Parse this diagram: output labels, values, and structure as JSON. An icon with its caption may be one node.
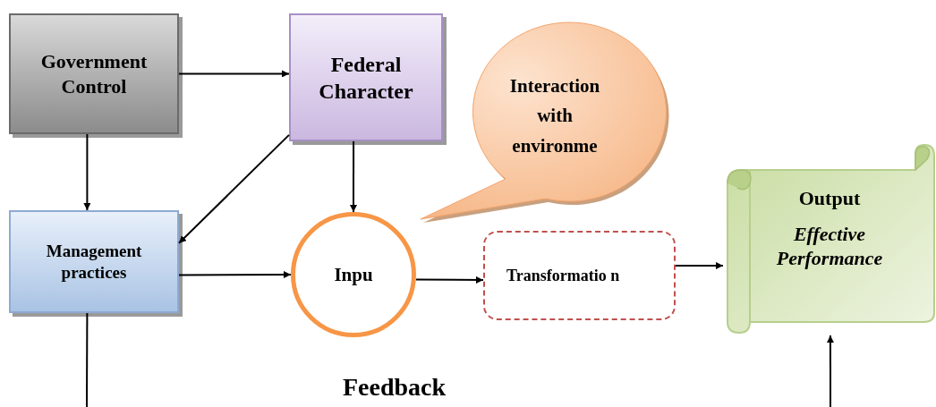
{
  "diagram": {
    "nodes": [
      {
        "text": [
          "Government Control"
        ]
      },
      {
        "text": [
          "Federal Character"
        ]
      },
      {
        "text": [
          "Interaction with environme"
        ]
      },
      {
        "text": [
          "Management practices"
        ]
      },
      {
        "text": [
          "Inpu"
        ]
      },
      {
        "text": [
          "Transformatio n"
        ]
      },
      {
        "text": [
          "Output",
          "Effective Performance"
        ]
      }
    ],
    "edges": [
      {
        "from": 0,
        "to": 1,
        "arrow": "to"
      },
      {
        "from": 0,
        "to": 3,
        "arrow": "to"
      },
      {
        "from": 1,
        "to": 3,
        "arrow": "to"
      },
      {
        "from": 1,
        "to": 4,
        "arrow": "to"
      },
      {
        "from": 3,
        "to": 4,
        "arrow": "to"
      },
      {
        "from": 4,
        "to": 5,
        "arrow": "to"
      },
      {
        "from": 5,
        "to": 6,
        "arrow": "to"
      },
      {
        "from": 3,
        "to": null,
        "arrow": "none"
      },
      {
        "from": null,
        "to": 6,
        "arrow": "to"
      }
    ],
    "labels": [
      "Feedback"
    ]
  }
}
